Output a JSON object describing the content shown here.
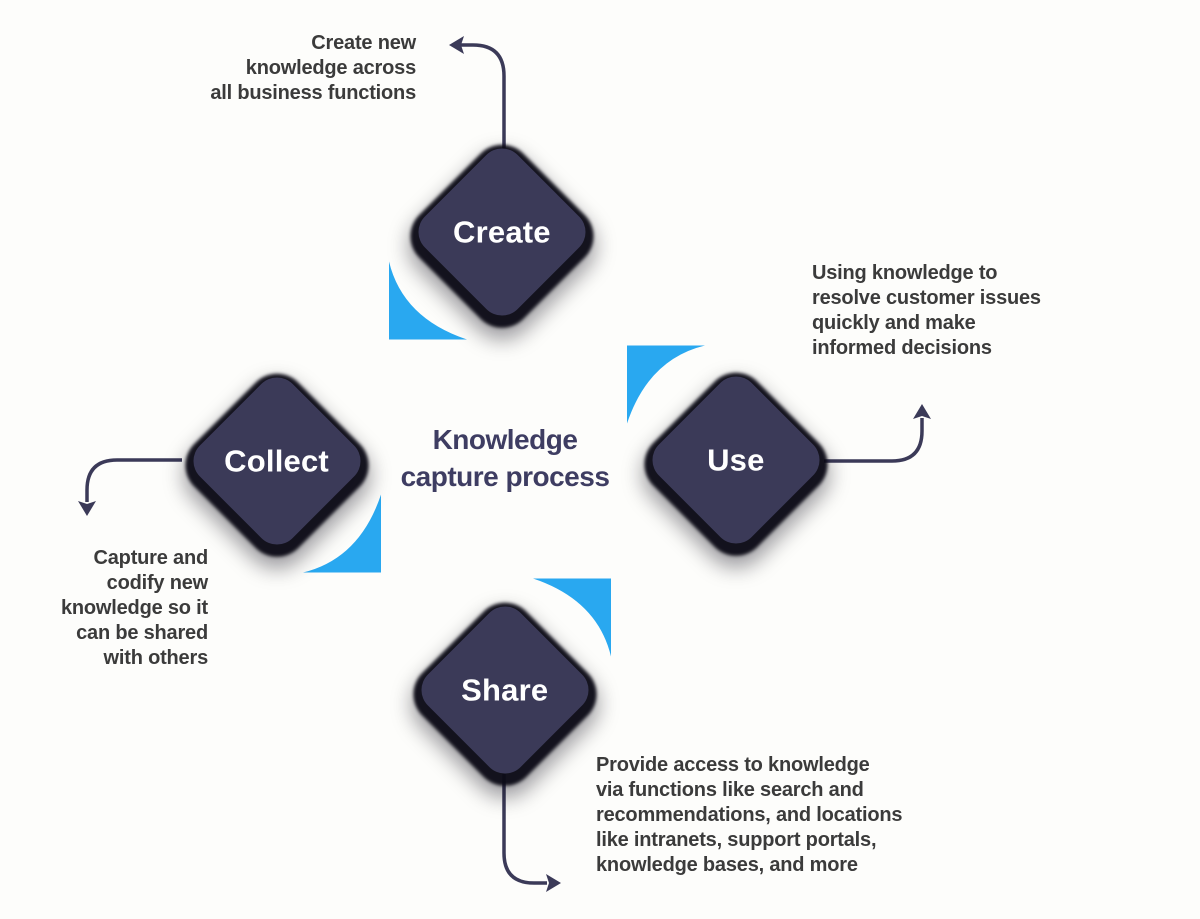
{
  "diagram": {
    "title": "Knowledge\ncapture process",
    "steps": [
      {
        "label": "Create",
        "description": "Create new\nknowledge across\nall business functions"
      },
      {
        "label": "Use",
        "description": "Using knowledge to\nresolve customer issues\nquickly and make\ninformed decisions"
      },
      {
        "label": "Share",
        "description": "Provide access to knowledge\nvia functions like search and\nrecommendations, and locations\nlike intranets, support portals,\nknowledge bases, and more"
      },
      {
        "label": "Collect",
        "description": "Capture and\ncodify new\nknowledge so it\ncan be shared\nwith others"
      }
    ],
    "colors": {
      "node_fill": "#3b3a58",
      "node_shadow": "#0c0b16",
      "accent_blue": "#29a8f0",
      "title_text": "#3e3d62",
      "description_text": "#3b3b3b",
      "node_label_text": "#ffffff",
      "arrow": "#3b3a58"
    }
  }
}
